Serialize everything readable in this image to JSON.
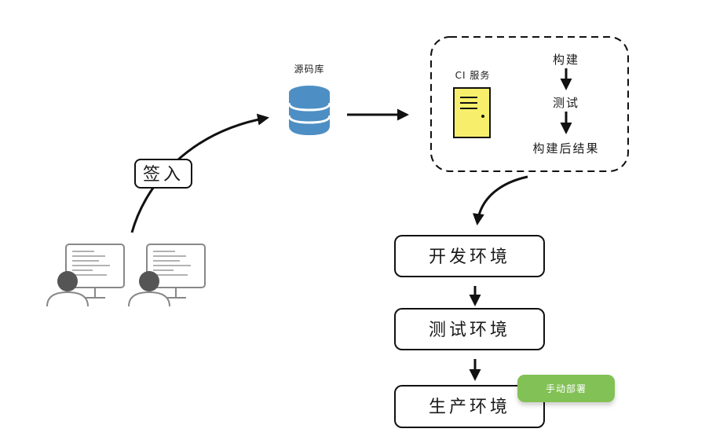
{
  "flow": {
    "checkin_label": "签入",
    "repo_label": "源码库",
    "ci": {
      "service_label": "CI 服务",
      "steps": [
        "构建",
        "测试",
        "构建后结果"
      ]
    },
    "environments": [
      {
        "label": "开发环境"
      },
      {
        "label": "测试环境"
      },
      {
        "label": "生产环境"
      }
    ],
    "manual_deploy_label": "手动部署"
  },
  "colors": {
    "stroke": "#111111",
    "repo": "#4d8fc4",
    "server": "#f7ef6c",
    "manual_badge": "#82c155"
  }
}
